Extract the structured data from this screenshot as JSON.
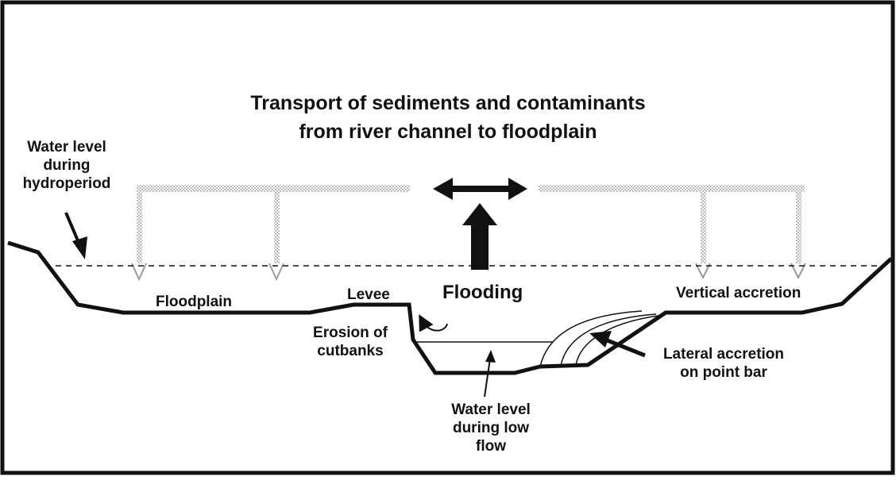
{
  "title_lines": [
    "Transport of sediments and contaminants",
    "from river channel to floodplain"
  ],
  "labels": {
    "water_level_hydroperiod": [
      "Water level",
      "during",
      "hydroperiod"
    ],
    "floodplain": "Floodplain",
    "levee": "Levee",
    "flooding": "Flooding",
    "vertical_accretion": "Vertical accretion",
    "erosion_of_cutbanks": [
      "Erosion of",
      "cutbanks"
    ],
    "lateral_accretion": [
      "Lateral accretion",
      "on point bar"
    ],
    "water_level_low_flow": [
      "Water level",
      "during low",
      "flow"
    ]
  },
  "colors": {
    "ink": "#111111",
    "stipple": "#9a9a9a",
    "background": "#ffffff"
  }
}
